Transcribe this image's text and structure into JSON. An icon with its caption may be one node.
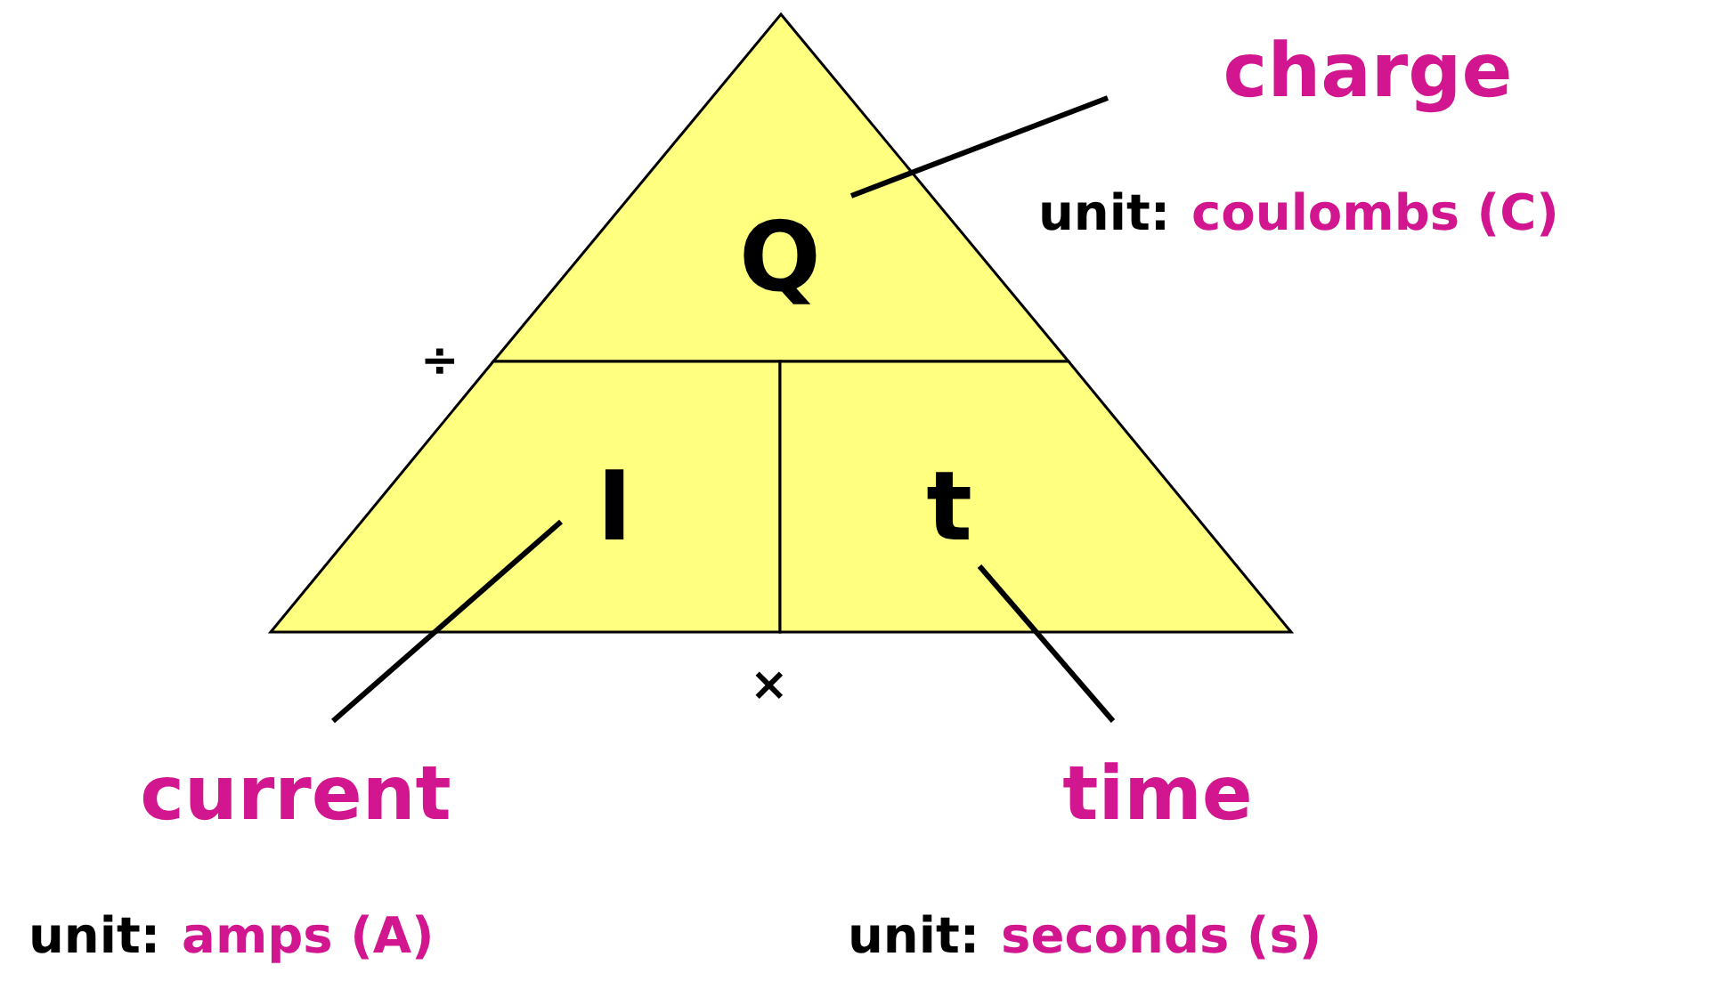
{
  "diagram": {
    "nodes": [
      {
        "text": [
          "Q"
        ]
      },
      {
        "text": [
          "I"
        ]
      },
      {
        "text": [
          "t"
        ]
      },
      {
        "text": [
          "charge"
        ],
        "beside": [
          "unit:",
          "coulombs (C)"
        ]
      },
      {
        "text": [
          "current"
        ],
        "beside": [
          "unit:",
          "amps (A)"
        ]
      },
      {
        "text": [
          "time"
        ],
        "beside": [
          "unit:",
          "seconds (s)"
        ]
      }
    ],
    "edges": [
      {
        "from": 3,
        "to": 0,
        "arrow": "none"
      },
      {
        "from": 4,
        "to": 1,
        "arrow": "none"
      },
      {
        "from": 5,
        "to": 2,
        "arrow": "none"
      }
    ],
    "labels": [
      "÷",
      "×"
    ]
  }
}
